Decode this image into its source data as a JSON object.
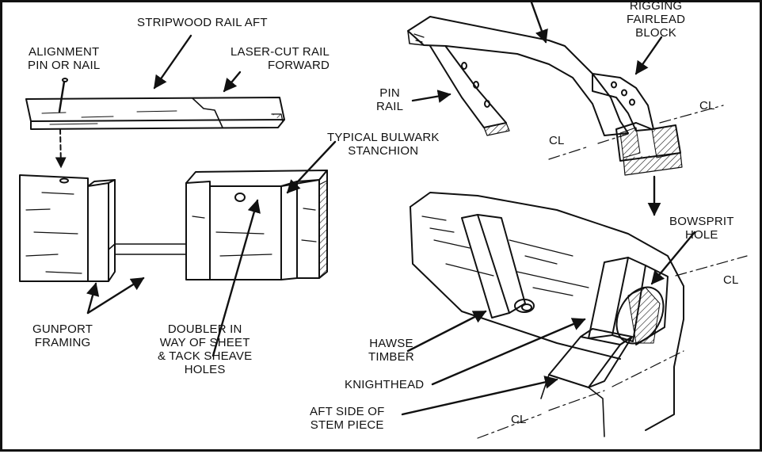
{
  "labels": {
    "stripwood_rail_aft": "STRIPWOOD RAIL AFT",
    "alignment_pin": "ALIGNMENT\nPIN OR NAIL",
    "laser_cut_rail": "LASER-CUT RAIL\nFORWARD",
    "typical_bulwark_stanchion": "TYPICAL BULWARK\nSTANCHION",
    "gunport_framing": "GUNPORT\nFRAMING",
    "doubler": "DOUBLER IN\nWAY OF SHEET\n& TACK SHEAVE\nHOLES",
    "pin_rail": "PIN\nRAIL",
    "rigging_fairlead_block": "RIGGING\nFAIRLEAD\nBLOCK",
    "cl_top_right": "CL",
    "cl_top_left": "CL",
    "bowsprit_hole": "BOWSPRIT\nHOLE",
    "cl_mid_right": "CL",
    "hawse_timber": "HAWSE\nTIMBER",
    "knighthead": "KNIGHTHEAD",
    "aft_side_stem": "AFT SIDE OF\nSTEM PIECE",
    "cl_bottom": "CL"
  },
  "colors": {
    "ink": "#111111",
    "paper": "#ffffff"
  }
}
